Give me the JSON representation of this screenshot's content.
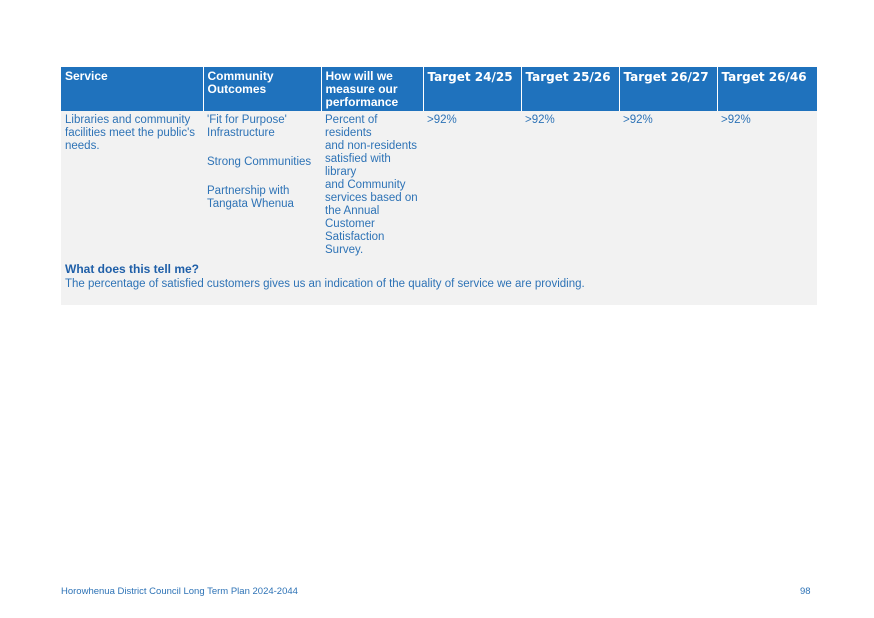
{
  "table": {
    "headers": {
      "service": "Service",
      "community_outcomes": "Community Outcomes",
      "measure": "How will we measure our performance",
      "target1": "Target 24/25",
      "target2": "Target 25/26",
      "target3": "Target 26/27",
      "target4": "Target 26/46"
    },
    "row": {
      "service": "Libraries and community facilities meet the public's needs.",
      "outcomes": [
        "'Fit for Purpose' Infrastructure",
        "Strong Communities",
        "Partnership with Tangata Whenua"
      ],
      "measure_lines": [
        "Percent of residents",
        "and non-residents",
        "satisfied with library",
        "and Community",
        "services based on",
        "the Annual",
        "Customer",
        "Satisfaction Survey."
      ],
      "target1": ">92%",
      "target2": ">92%",
      "target3": ">92%",
      "target4": ">92%"
    }
  },
  "explanation": {
    "title": "What does this tell me?",
    "text": "The percentage of satisfied customers gives us an indication of the quality of service we are providing."
  },
  "footer": {
    "left": "Horowhenua District Council Long Term Plan 2024-2044",
    "page_number": "98"
  }
}
